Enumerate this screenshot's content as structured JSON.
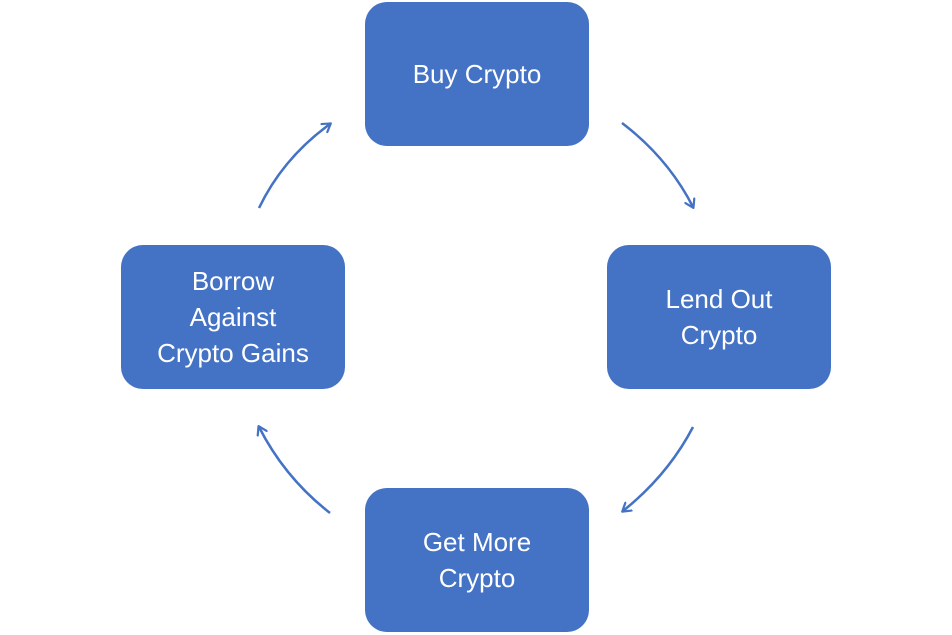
{
  "diagram": {
    "type": "cycle",
    "accent_color": "#4472c4",
    "node_text_color": "#ffffff",
    "nodes": [
      {
        "id": "buy",
        "label": "Buy Crypto"
      },
      {
        "id": "lend",
        "label": "Lend Out\nCrypto"
      },
      {
        "id": "more",
        "label": "Get More\nCrypto"
      },
      {
        "id": "borrow",
        "label": "Borrow\nAgainst\nCrypto Gains"
      }
    ],
    "edges": [
      {
        "from": "buy",
        "to": "lend"
      },
      {
        "from": "lend",
        "to": "more"
      },
      {
        "from": "more",
        "to": "borrow"
      },
      {
        "from": "borrow",
        "to": "buy"
      }
    ]
  }
}
